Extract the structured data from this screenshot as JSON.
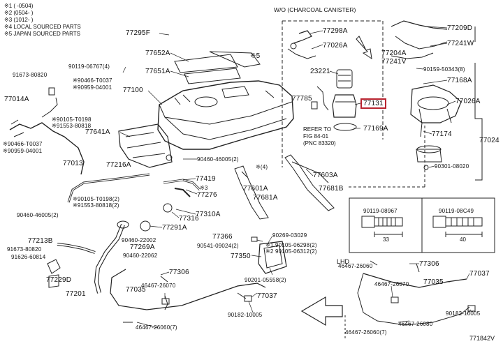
{
  "legend": [
    "※1 ( -0504)",
    "※2 (0504- )",
    "※3 (1012- )",
    "※4 LOCAL SOURCED PARTS",
    "※5 JAPAN SOURCED PARTS"
  ],
  "canister_note": "W/O (CHARCOAL CANISTER)",
  "refer_note": [
    "REFER TO",
    "FIG 84-01",
    "(PNC 83320)"
  ],
  "hl_label": "LHD",
  "diagram_code": "771842V",
  "dims": {
    "left_bolt": "33",
    "right_bolt": "40"
  },
  "highlight_color": "#b8232f",
  "parts": {
    "p77295F": "77295F",
    "p77298A": "77298A",
    "p77026A_top": "77026A",
    "p23221": "23221",
    "p77785": "77785",
    "p77131": "77131",
    "p77169A": "77169A",
    "p77209D": "77209D",
    "p77204A": "77204A",
    "p77241W": "77241W",
    "p77241V": "77241V",
    "p90159": "90159-50343(8)",
    "p77168A": "77168A",
    "p77026A_right": "77026A",
    "p77174": "77174",
    "p77024": "77024",
    "p90301": "90301-08020",
    "p77652A": "77652A",
    "p77651A": "77651A",
    "p77100": "77100",
    "p90119_top": "90119-06767(4)",
    "p91673_top": "91673-80820",
    "p90466_a": "※90466-T0037",
    "p90959_a": "※90959-04001",
    "p77014A": "77014A",
    "p90105_a": "※90105-T0198",
    "p91553_a": "※91553-80818",
    "p77641A": "77641A",
    "p90466_b": "※90466-T0037",
    "p90959_b": "※90959-04001",
    "p77013": "77013",
    "p90460_top": "90460-46005(2)",
    "p4_mark": "※(4)",
    "p5_mark": "※5",
    "p77216A": "77216A",
    "p77419": "77419",
    "p3_mark": "※3",
    "p77276": "77276",
    "p77310A": "77310A",
    "p77603A": "77603A",
    "p77601A": "77601A",
    "p77681B": "77681B",
    "p77681A": "77681A",
    "p90105_b": "※90105-T0198(2)",
    "p91553_b": "※91553-80818(2)",
    "p90460_mid": "90460-46005(2)",
    "p77316": "77316",
    "p77291A": "77291A",
    "p77366": "77366",
    "p90269": "90269-03029",
    "p90541": "90541-09024(2)",
    "p90105_c": "※1 90105-06298(2)",
    "p90105_d": "※2 90105-06312(2)",
    "p77350": "77350",
    "p77213B": "77213B",
    "p91673_b": "91673-80820",
    "p91626": "91626-60814",
    "p90460_22002": "90460-22002",
    "p77269A": "77269A",
    "p90460_22062": "90460-22062",
    "p77306_left": "77306",
    "p77229D": "77229D",
    "p77201": "77201",
    "p77035_left": "77035",
    "p46467_a": "46467-26070",
    "p90201": "90201-05558(2)",
    "p77037_left": "77037",
    "p90182_left": "90182-10005",
    "p46467_b": "46467-26060(7)",
    "p90119_08967": "90119-08967",
    "p90119_08C49": "90119-08C49",
    "p46467_c": "46467-26060",
    "p77306_right": "77306",
    "p77037_right": "77037",
    "p46467_d": "46467-26070",
    "p77035_right": "77035",
    "p90182_right": "90182-10005",
    "p46467_e": "46467-26080",
    "p46467_f": "46467-26060(7)"
  }
}
